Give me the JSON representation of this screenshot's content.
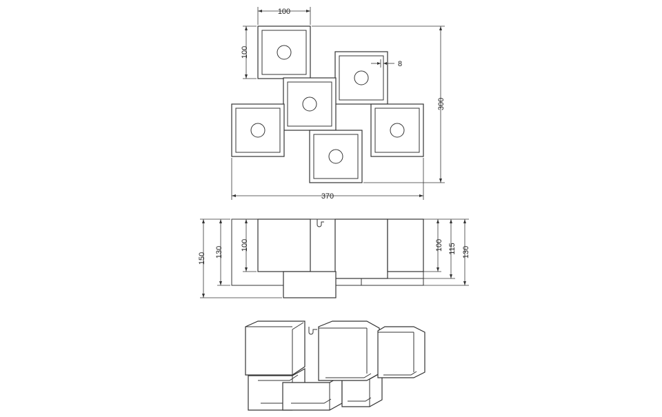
{
  "colors": {
    "line": "#333333",
    "background": "#ffffff",
    "text": "#222222"
  },
  "top_view": {
    "dim_width_single": "100",
    "dim_height_single": "100",
    "dim_hole": "8",
    "dim_total_height": "300",
    "dim_total_width": "370"
  },
  "side_view": {
    "dim_left_outer": "150",
    "dim_left_middle": "130",
    "dim_left_inner": "100",
    "dim_right_inner": "100",
    "dim_right_middle": "115",
    "dim_right_outer": "130"
  }
}
